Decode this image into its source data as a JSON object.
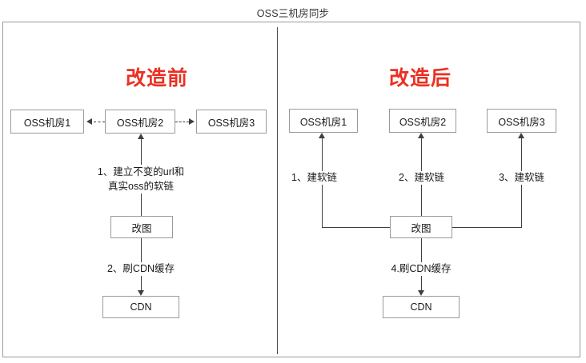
{
  "diagram": {
    "title": "OSS三机房同步",
    "accent_color": "#ec2f21",
    "line_color": "#3f3f3f",
    "border_color": "#9a9a9a"
  },
  "sections": {
    "before": {
      "heading": "改造前",
      "nodes": {
        "oss1": "OSS机房1",
        "oss2": "OSS机房2",
        "oss3": "OSS机房3",
        "edit": "改图",
        "cdn": "CDN"
      },
      "labels": {
        "step1_line1": "1、建立不变的url和",
        "step1_line2": "真实oss的软链",
        "step2": "2、刷CDN缓存"
      }
    },
    "after": {
      "heading": "改造后",
      "nodes": {
        "oss1": "OSS机房1",
        "oss2": "OSS机房2",
        "oss3": "OSS机房3",
        "edit": "改图",
        "cdn": "CDN"
      },
      "labels": {
        "step1": "1、建软链",
        "step2": "2、建软链",
        "step3": "3、建软链",
        "step4": "4.刷CDN缓存"
      }
    }
  }
}
